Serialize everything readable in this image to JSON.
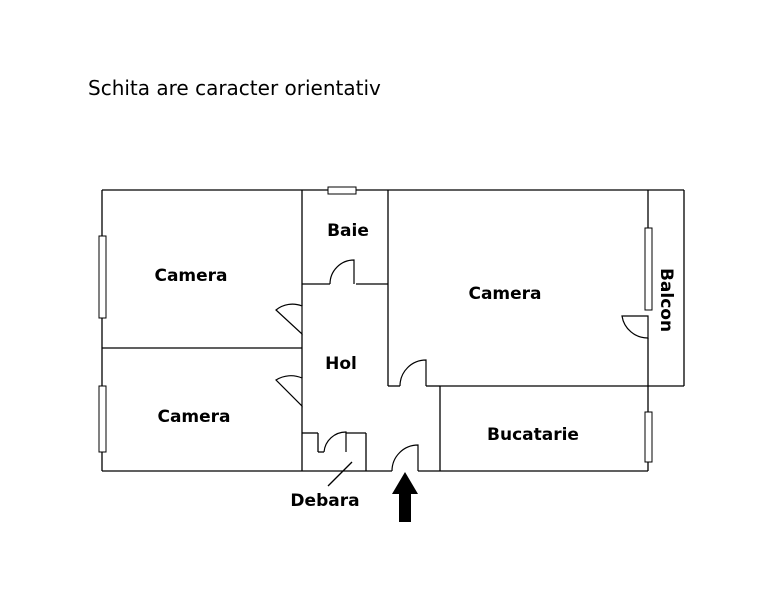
{
  "title": "Schita are caracter orientativ",
  "rooms": {
    "camera_top_left": "Camera",
    "camera_bottom_left": "Camera",
    "baie": "Baie",
    "hol": "Hol",
    "debara": "Debara",
    "camera_right": "Camera",
    "bucatarie": "Bucatarie",
    "balcon": "Balcon"
  },
  "entrance": {
    "icon": "entrance-arrow-icon"
  }
}
